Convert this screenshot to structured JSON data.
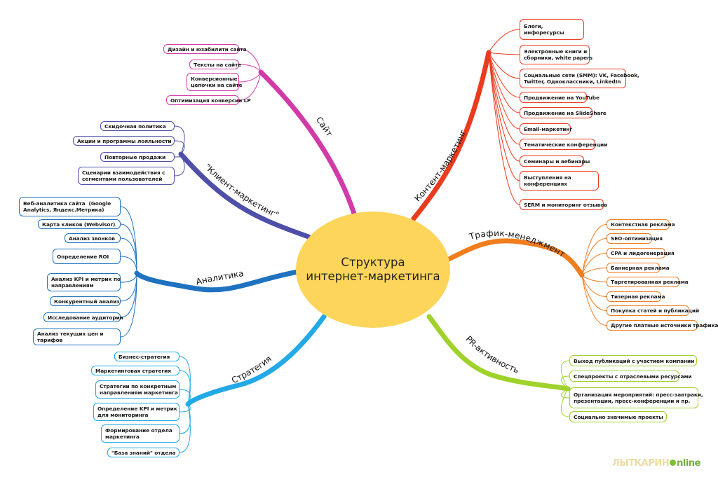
{
  "center": {
    "line1": "Структура",
    "line2": "интернет-маркетинга",
    "color": "#fcd55a"
  },
  "branches": [
    {
      "id": "site",
      "label": "Сайт",
      "color": "#d23aa8",
      "items": [
        "Дизайн и юзабилити сайта",
        "Тексты на сайте",
        "Конверсионные\nцепочки на сайте",
        "Оптимизация конверсии LP"
      ]
    },
    {
      "id": "client",
      "label": "\"Клиент-маркетинг\"",
      "color": "#4e4fa8",
      "items": [
        "Скидочная политика",
        "Акции и программы лояльности",
        "Повторные продажи",
        "Сценарии взаимодействия с\nсегментами пользователей"
      ]
    },
    {
      "id": "analytics",
      "label": "Аналитика",
      "color": "#1e72c0",
      "items": [
        "Веб-аналитика сайта  (Google\nAnalytics, Яндекс.Метрика)",
        "Карта кликов (Webvisor)",
        "Анализ звонков",
        "Определение ROI",
        "Анализ KPI и метрик по\nнаправлениям",
        "Конкурентный анализ",
        "Исследование аудитории",
        "Анализ текущих цен и\nтарифов"
      ]
    },
    {
      "id": "strategy",
      "label": "Стратегия",
      "color": "#23a9e6",
      "items": [
        "Бизнес-стратегия",
        "Маркетинговая стратегия",
        "Стратегии по конкретным\nнаправлениям маркетинга",
        "Определение KPI и метрик\nдля мониторинга",
        "Формирование отдела\nмаркетинга",
        "\"База знаний\" отдела"
      ]
    },
    {
      "id": "content",
      "label": "Контент-маркетинг",
      "color": "#ea3b1e",
      "items": [
        "Блоги,\nинфоресурсы",
        "Электронные книги и\nсборники, white papers",
        "Социальные сети (SMM): VK, Facebook,\nTwitter, Одноклассники, LinkedIn",
        "Продвижение на YouTube",
        "Продвижение на SlideShare",
        "Email-маркетинг",
        "Тематические конференции",
        "Семинары и вебинары",
        "Выступления на\nконференциях",
        "SERM и мониторинг отзывов"
      ]
    },
    {
      "id": "traffic",
      "label": "Трафик-менеджмент",
      "color": "#f07d1e",
      "items": [
        "Контекстная реклама",
        "SEO-оптимизация",
        "CPA и лидогенерация",
        "Баннерная реклама",
        "Таргетированная реклама",
        "Тизерная реклама",
        "Покупка статей и публикаций",
        "Другие платные источники трафика"
      ]
    },
    {
      "id": "pr",
      "label": "PR-активность",
      "color": "#9fd22a",
      "items": [
        "Выход публикаций с участием компании",
        "Спецпроекты с отраслевыми ресурсами",
        "Организация мероприятий: пресс-завтраки,\nпрезентации, пресс-конференции и пр.",
        "Социально значимые проекты"
      ]
    }
  ],
  "watermark": {
    "part1": "ЛЫТКАРИН",
    "part2": "nline"
  }
}
